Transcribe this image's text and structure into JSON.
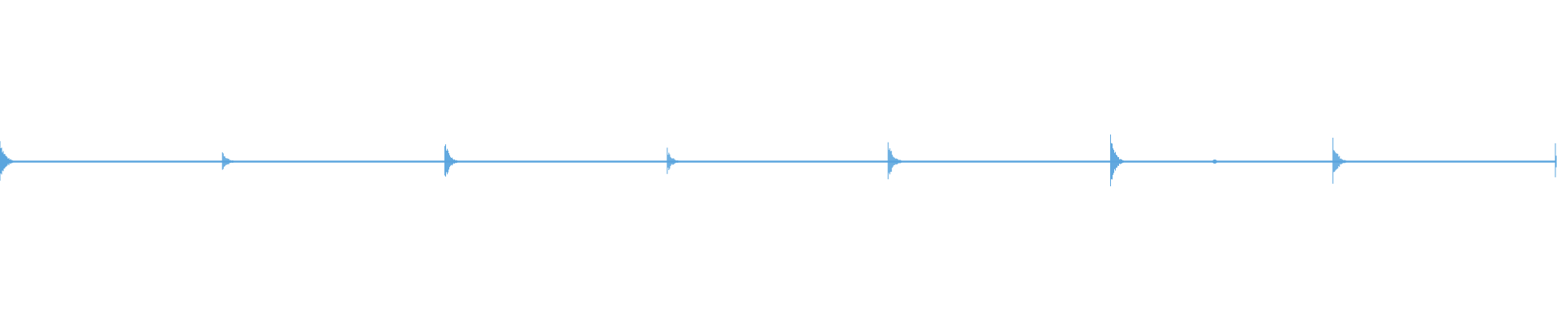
{
  "chart_data": {
    "type": "line",
    "title": "",
    "xlabel": "",
    "ylabel": "",
    "grid": false,
    "legend": "none",
    "series_color": "#5aa5de",
    "background": "#ffffff",
    "xlim": [
      0,
      1
    ],
    "ylim": [
      -1,
      1
    ],
    "baseline": 0,
    "baseline_thickness": 0.05,
    "x": [
      0.0,
      0.143,
      0.286,
      0.429,
      0.571,
      0.714,
      0.857,
      1.0
    ],
    "series": [
      {
        "values": [
          0.82,
          0.38,
          0.72,
          0.45,
          0.78,
          0.88,
          0.75,
          0.78
        ]
      }
    ],
    "minor_blips": [
      0.781
    ]
  }
}
